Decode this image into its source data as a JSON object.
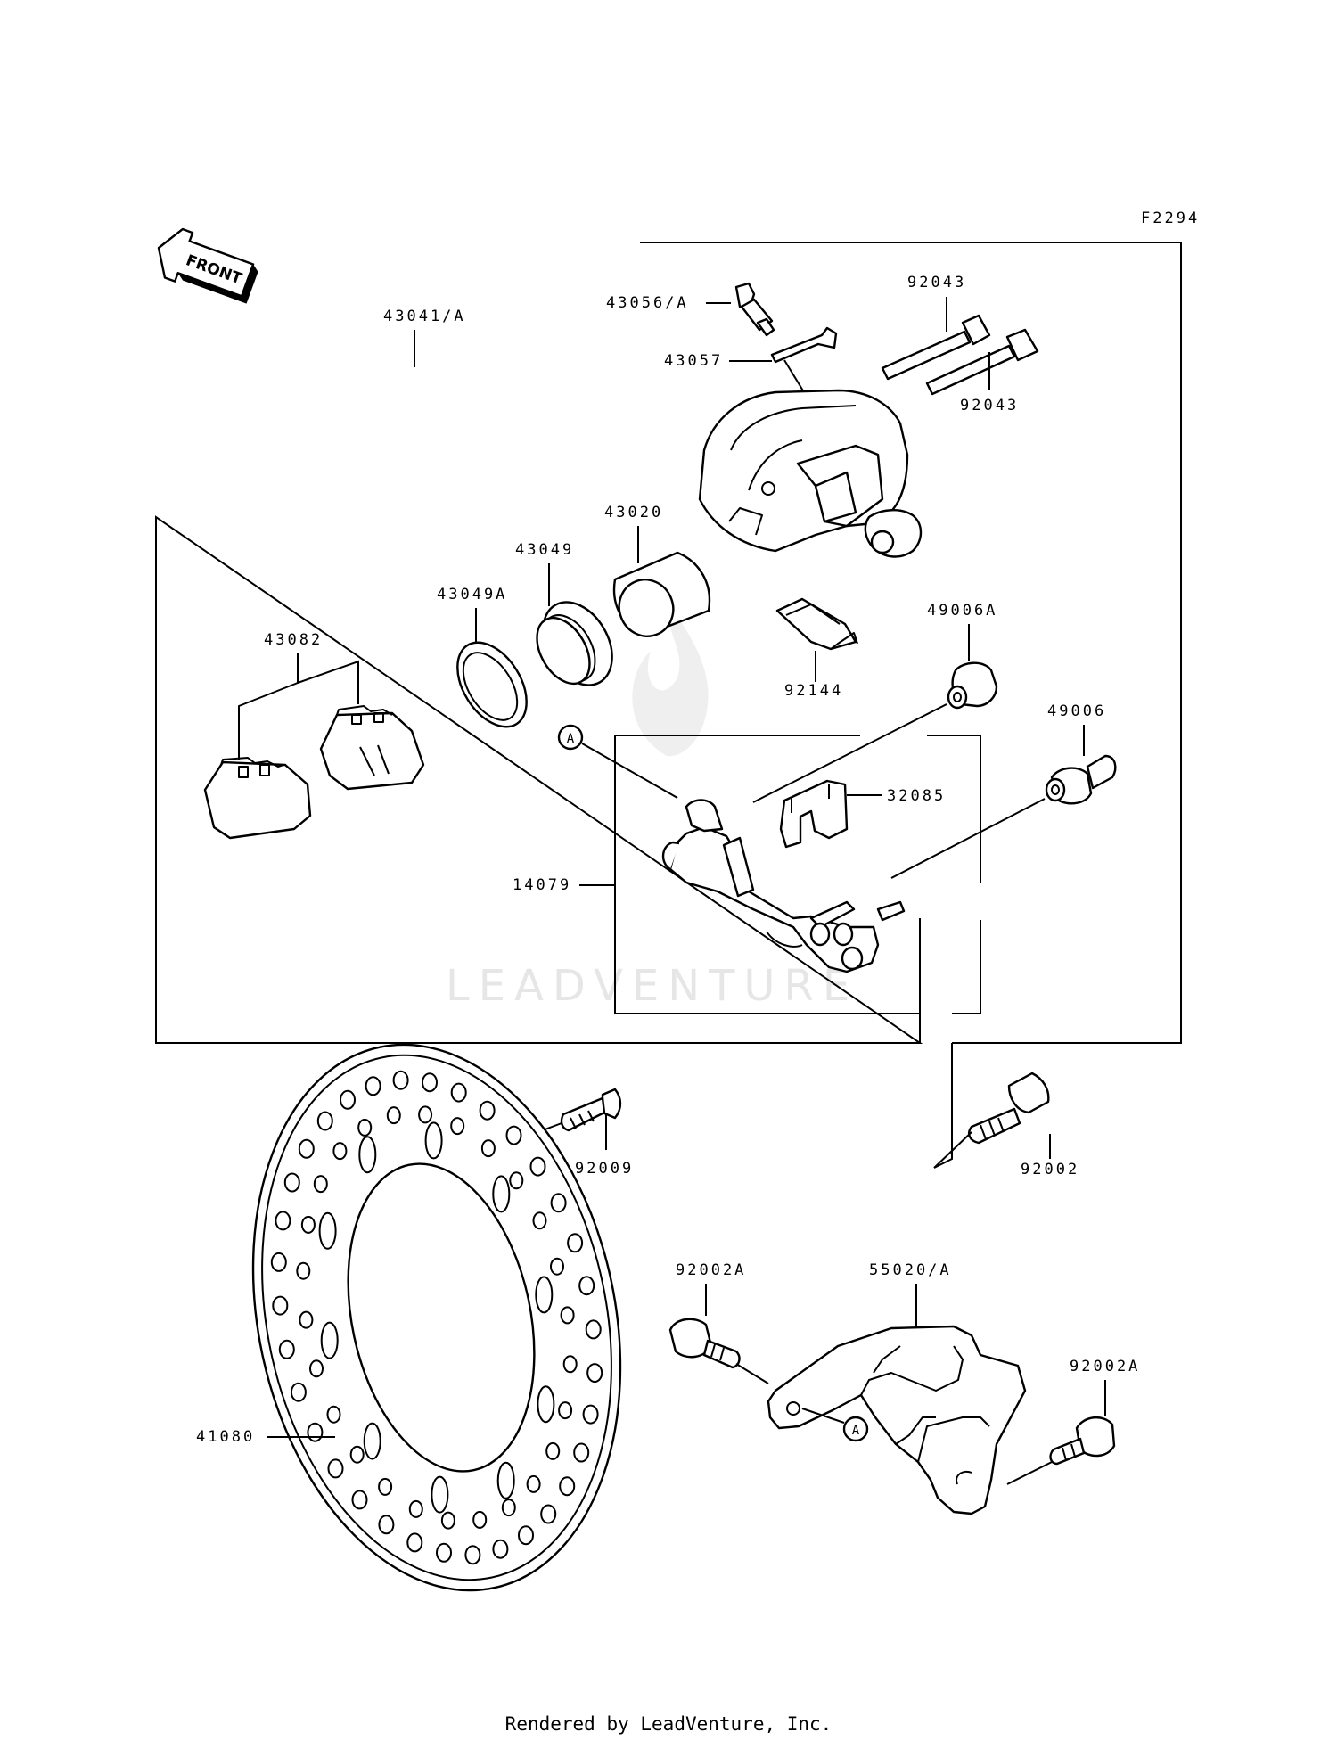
{
  "figure_code": "F2294",
  "front_label": "FRONT",
  "watermark": "LEADVENTURE",
  "callouts": {
    "assembly": "43041/A",
    "bleeder": "43056/A",
    "cap": "43057",
    "pin_top": "92043",
    "pin_bottom": "92043",
    "piston": "43020",
    "seal_dust": "43049",
    "seal_piston": "43049A",
    "pads": "43082",
    "spring": "92144",
    "boot_a": "49006A",
    "boot": "49006",
    "pad_spring": "32085",
    "holder": "14079",
    "ref_a_top": "A",
    "bolt_holder": "92002",
    "disc_screw": "92009",
    "disc": "41080",
    "guard_bolt_left": "92002A",
    "guard": "55020/A",
    "guard_bolt_right": "92002A",
    "ref_a_bottom": "A"
  },
  "footer": "Rendered by LeadVenture, Inc."
}
